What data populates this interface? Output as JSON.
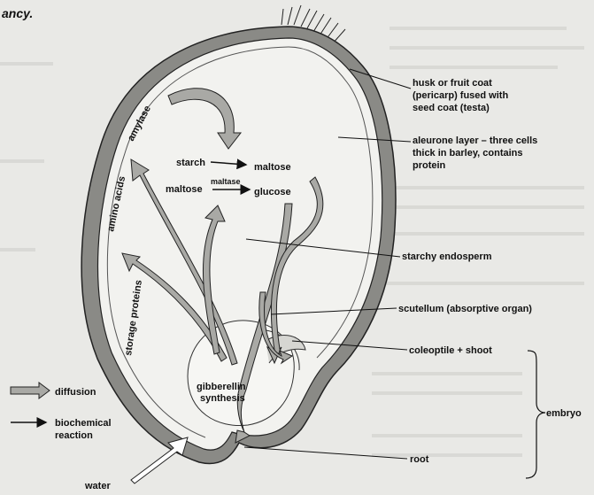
{
  "heading": "ancy.",
  "inner_labels": {
    "amylase": "amylase",
    "amino_acids": "amino acids",
    "storage_proteins": "storage proteins",
    "starch": "starch",
    "maltose_1": "maltose",
    "maltose_2": "maltose",
    "maltase": "maltase",
    "glucose": "glucose",
    "gibberellin_1": "gibberellin",
    "gibberellin_2": "synthesis"
  },
  "callouts": {
    "husk": [
      "husk or fruit coat",
      "(pericarp) fused with",
      "seed coat (testa)"
    ],
    "aleurone": [
      "aleurone layer – three cells",
      "thick in barley, contains",
      "protein"
    ],
    "endosperm": "starchy endosperm",
    "scutellum": "scutellum (absorptive organ)",
    "coleoptile": "coleoptile + shoot",
    "root": "root",
    "embryo": "embryo"
  },
  "legend": {
    "diffusion": "diffusion",
    "biochemical_1": "biochemical",
    "biochemical_2": "reaction"
  },
  "water": "water",
  "colors": {
    "background": "#e9e9e6",
    "coat_fill": "#8a8a86",
    "endosperm_fill": "#f2f2ef",
    "arrow_fill": "#a9a9a5",
    "ink": "#111111"
  }
}
